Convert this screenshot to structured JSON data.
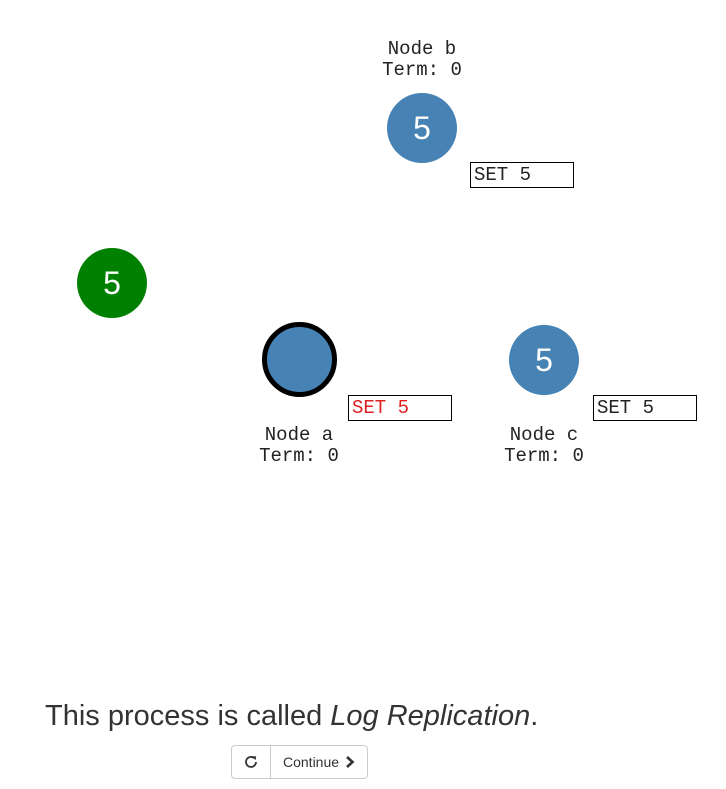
{
  "client": {
    "value": "5",
    "color": "#008000"
  },
  "nodes": [
    {
      "name": "Node a",
      "term": "Term: 0",
      "value": "",
      "role": "leader",
      "log": "SET 5",
      "log_state": "uncommitted"
    },
    {
      "name": "Node b",
      "term": "Term: 0",
      "value": "5",
      "role": "follower",
      "log": "SET 5",
      "log_state": "committed"
    },
    {
      "name": "Node c",
      "term": "Term: 0",
      "value": "5",
      "role": "follower",
      "log": "SET 5",
      "log_state": "committed"
    }
  ],
  "caption": {
    "prefix": "This process is called ",
    "emphasis": "Log Replication",
    "suffix": "."
  },
  "controls": {
    "restart_icon": "restart-icon",
    "continue_label": "Continue",
    "continue_icon": "chevron-right-icon"
  },
  "colors": {
    "node": "#4682b4",
    "client": "#008000",
    "uncommitted_log": "#e02020"
  }
}
